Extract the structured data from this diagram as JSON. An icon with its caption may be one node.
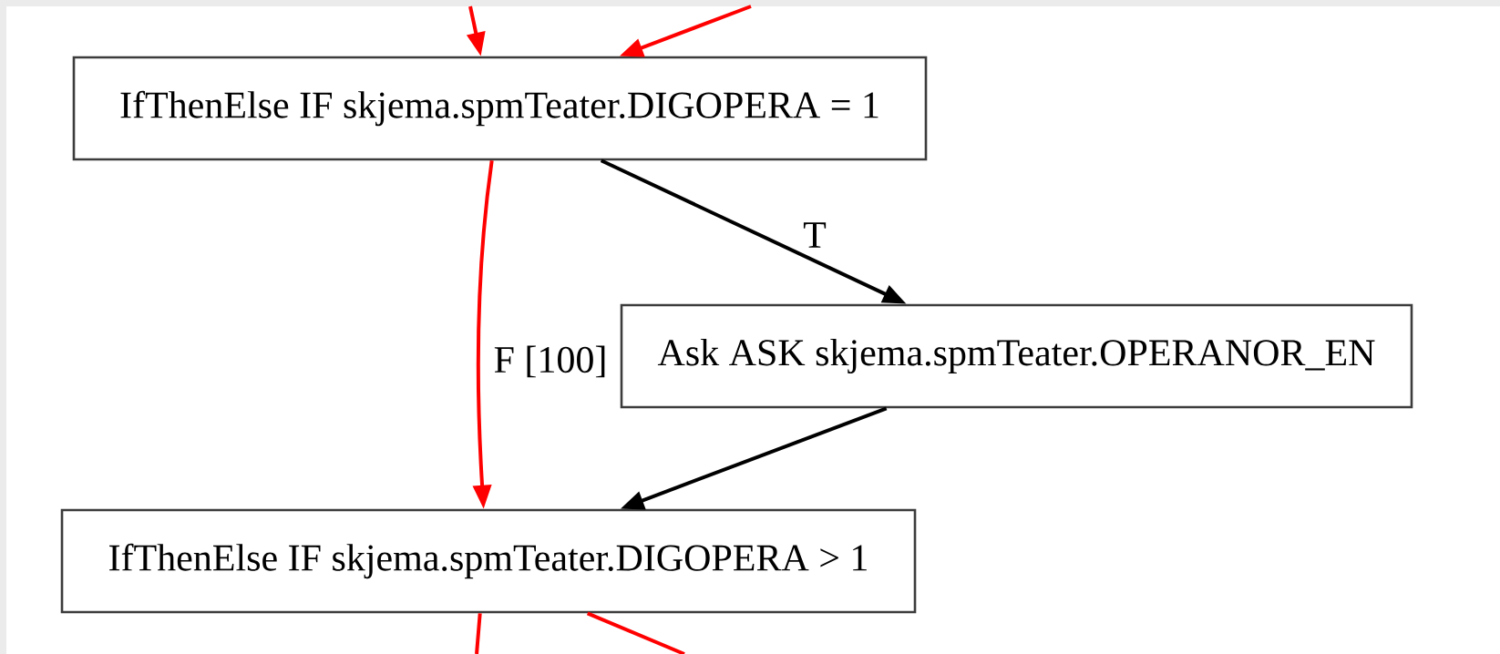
{
  "diagram": {
    "nodes": [
      {
        "text": [
          "IfThenElse IF  skjema.spmTeater.DIGOPERA =  1"
        ]
      },
      {
        "text": [
          "Ask ASK skjema.spmTeater.OPERANOR_EN"
        ]
      },
      {
        "text": [
          "IfThenElse IF  skjema.spmTeater.DIGOPERA >  1"
        ]
      }
    ],
    "edges": [
      {
        "from": null,
        "to": 0,
        "arrow": "to"
      },
      {
        "from": null,
        "to": 0,
        "arrow": "to"
      },
      {
        "from": 0,
        "to": 2,
        "arrow": "to",
        "label": "F [100]"
      },
      {
        "from": 0,
        "to": 1,
        "arrow": "to",
        "label": "T",
        "color": "#000000"
      },
      {
        "from": 1,
        "to": 2,
        "arrow": "to",
        "color": "#000000"
      },
      {
        "from": 2,
        "to": null,
        "arrow": "none"
      },
      {
        "from": 2,
        "to": null,
        "arrow": "none"
      }
    ]
  }
}
